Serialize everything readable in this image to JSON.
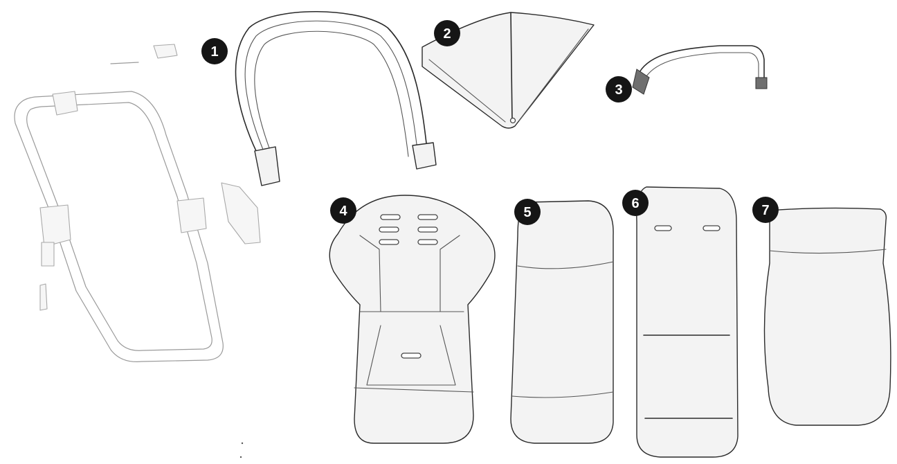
{
  "parts": [
    {
      "number": "1"
    },
    {
      "number": "2"
    },
    {
      "number": "3"
    },
    {
      "number": "4"
    },
    {
      "number": "5"
    },
    {
      "number": "6"
    },
    {
      "number": "7"
    }
  ]
}
